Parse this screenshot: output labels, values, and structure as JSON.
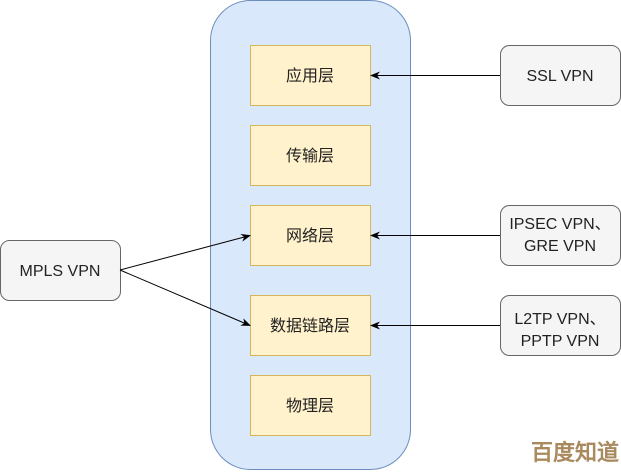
{
  "layers": [
    "应用层",
    "传输层",
    "网络层",
    "数据链路层",
    "物理层"
  ],
  "external": {
    "ssl": [
      "SSL VPN"
    ],
    "ipsec": [
      "IPSEC VPN、",
      "GRE VPN"
    ],
    "l2tp": [
      "L2TP VPN、",
      "PPTP VPN"
    ],
    "mpls": [
      "MPLS VPN"
    ]
  },
  "watermark": "百度知道",
  "colors": {
    "container_fill": "#dae8fc",
    "container_stroke": "#6c8ebf",
    "layer_fill": "#fff2cc",
    "layer_stroke": "#d6b656",
    "ext_fill": "#f5f5f5",
    "ext_stroke": "#666666"
  }
}
